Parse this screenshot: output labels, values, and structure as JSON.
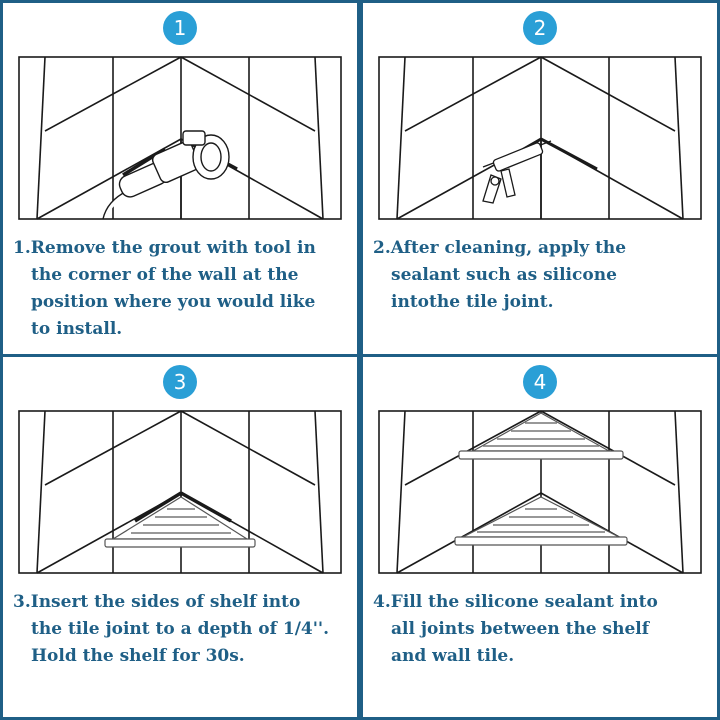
{
  "steps": [
    {
      "number": "1",
      "lines": [
        "1.Remove the grout with tool in",
        "the corner of the wall at the",
        "position where you would like",
        "to install."
      ],
      "tool_icon": "angle-grinder-icon"
    },
    {
      "number": "2",
      "lines": [
        "2.After cleaning, apply the",
        "sealant such as silicone",
        "intothe tile joint."
      ],
      "tool_icon": "caulking-gun-icon"
    },
    {
      "number": "3",
      "lines": [
        "3.Insert the sides of shelf into",
        "the tile joint to a depth of 1/4''.",
        "Hold the shelf for 30s."
      ],
      "tool_icon": "corner-shelf-icon"
    },
    {
      "number": "4",
      "lines": [
        "4.Fill the silicone sealant into",
        "all joints between the shelf",
        "and wall tile."
      ],
      "tool_icon": "two-corner-shelves-icon"
    }
  ],
  "colors": {
    "frame": "#1f5f86",
    "badge": "#2a9fd6",
    "caption": "#1f5f86",
    "line_art": "#1a1a1a"
  }
}
